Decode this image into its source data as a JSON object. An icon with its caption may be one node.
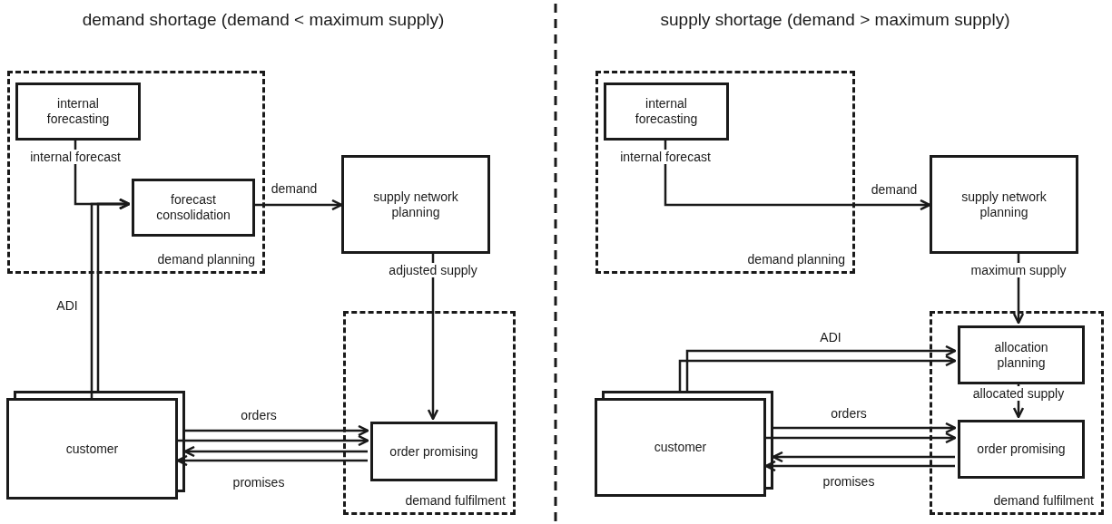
{
  "diagram": {
    "nodes": [
      {
        "text": [
          "demand planning"
        ]
      },
      {
        "text": [
          "internal forecasting"
        ],
        "in": 0
      },
      {
        "text": [
          "forecast consolidation"
        ],
        "in": 0
      },
      {
        "text": [
          "supply network planning"
        ]
      },
      {
        "text": [
          "demand fulfilment"
        ]
      },
      {
        "text": [
          "order promising"
        ],
        "in": 4
      },
      {
        "text": [
          "customer"
        ]
      },
      {
        "text": [
          "demand planning"
        ]
      },
      {
        "text": [
          "internal forecasting"
        ],
        "in": 7
      },
      {
        "text": [
          "supply network planning"
        ]
      },
      {
        "text": [
          "demand fulfilment"
        ]
      },
      {
        "text": [
          "allocation planning"
        ],
        "in": 10
      },
      {
        "text": [
          "order promising"
        ],
        "in": 10
      },
      {
        "text": [
          "customer"
        ]
      }
    ],
    "edges": [
      {
        "from": 1,
        "to": 2,
        "arrow": "to",
        "label": "internal forecast"
      },
      {
        "from": 2,
        "to": 3,
        "arrow": "to",
        "label": "demand"
      },
      {
        "from": 3,
        "to": 5,
        "arrow": "to",
        "label": "adjusted supply"
      },
      {
        "from": 6,
        "to": 2,
        "arrow": "to",
        "label": "ADI"
      },
      {
        "from": 6,
        "to": 2,
        "arrow": "to"
      },
      {
        "from": 6,
        "to": 5,
        "arrow": "to",
        "label": "orders"
      },
      {
        "from": 6,
        "to": 5,
        "arrow": "to"
      },
      {
        "from": 5,
        "to": 6,
        "arrow": "to",
        "label": "promises"
      },
      {
        "from": 5,
        "to": 6,
        "arrow": "to"
      },
      {
        "from": 8,
        "to": 9,
        "arrow": "to",
        "label": "internal forecast"
      },
      {
        "from": 9,
        "to": 11,
        "arrow": "to",
        "label": "maximum supply"
      },
      {
        "from": 13,
        "to": 11,
        "arrow": "to",
        "label": "ADI"
      },
      {
        "from": 13,
        "to": 11,
        "arrow": "to"
      },
      {
        "from": 11,
        "to": 12,
        "arrow": "to",
        "label": "allocated supply"
      },
      {
        "from": 13,
        "to": 12,
        "arrow": "to",
        "label": "orders"
      },
      {
        "from": 13,
        "to": 12,
        "arrow": "to"
      },
      {
        "from": 12,
        "to": 13,
        "arrow": "to",
        "label": "promises"
      },
      {
        "from": 12,
        "to": 13,
        "arrow": "to"
      }
    ],
    "labels": [
      "demand shortage (demand < maximum supply)",
      "supply shortage (demand > maximum supply)",
      "demand"
    ]
  }
}
